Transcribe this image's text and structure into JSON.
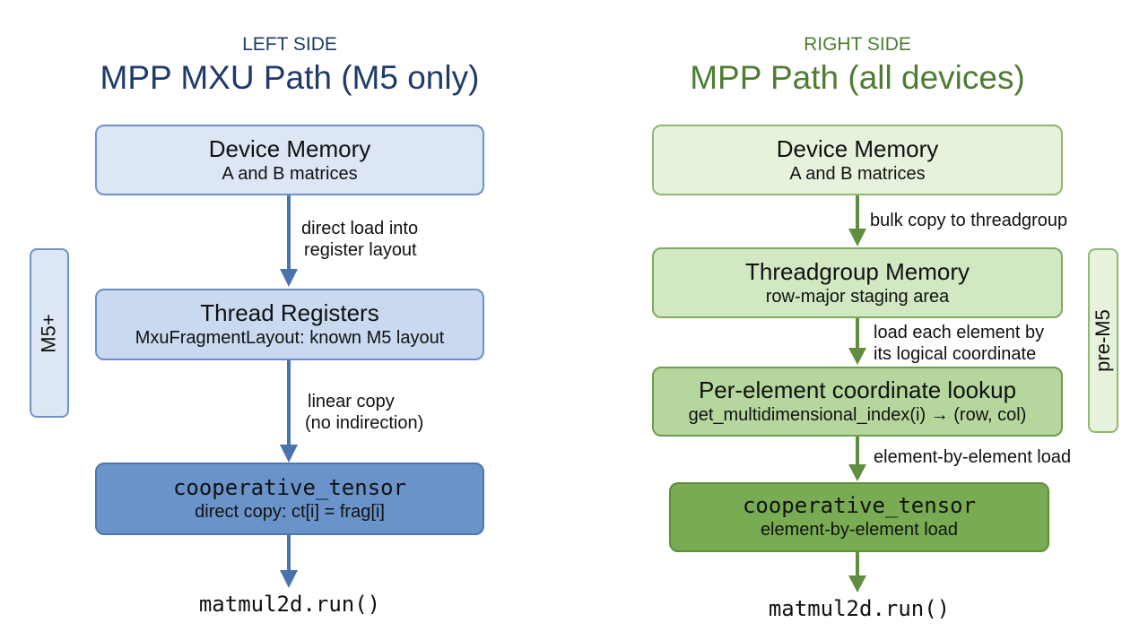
{
  "left": {
    "side_label": "LEFT SIDE",
    "title": "MPP MXU Path (M5 only)",
    "accent": "#4a72ad",
    "tag": "M5+",
    "nodes": [
      {
        "title": "Device Memory",
        "subtitle": "A and B matrices"
      },
      {
        "title": "Thread Registers",
        "subtitle": "MxuFragmentLayout: known M5 layout"
      },
      {
        "title": "cooperative_tensor",
        "subtitle": "direct copy: ct[i] = frag[i]"
      }
    ],
    "edges": [
      {
        "line1": "direct load into",
        "line2": "register layout"
      },
      {
        "line1": "linear copy",
        "line2": "(no indirection)"
      }
    ],
    "terminal": "matmul2d.run()"
  },
  "right": {
    "side_label": "RIGHT SIDE",
    "title": "MPP Path (all devices)",
    "accent": "#5f8f3e",
    "tag": "pre-M5",
    "nodes": [
      {
        "title": "Device Memory",
        "subtitle": "A and B matrices"
      },
      {
        "title": "Threadgroup Memory",
        "subtitle": "row-major staging area"
      },
      {
        "title": "Per-element coordinate lookup",
        "subtitle": "get_multidimensional_index(i) → (row, col)"
      },
      {
        "title": "cooperative_tensor",
        "subtitle": "element-by-element load"
      }
    ],
    "edges": [
      {
        "line1": "bulk copy to threadgroup"
      },
      {
        "line1": "load each element by",
        "line2": "its logical coordinate"
      },
      {
        "line1": "element-by-element load"
      }
    ],
    "terminal": "matmul2d.run()"
  }
}
